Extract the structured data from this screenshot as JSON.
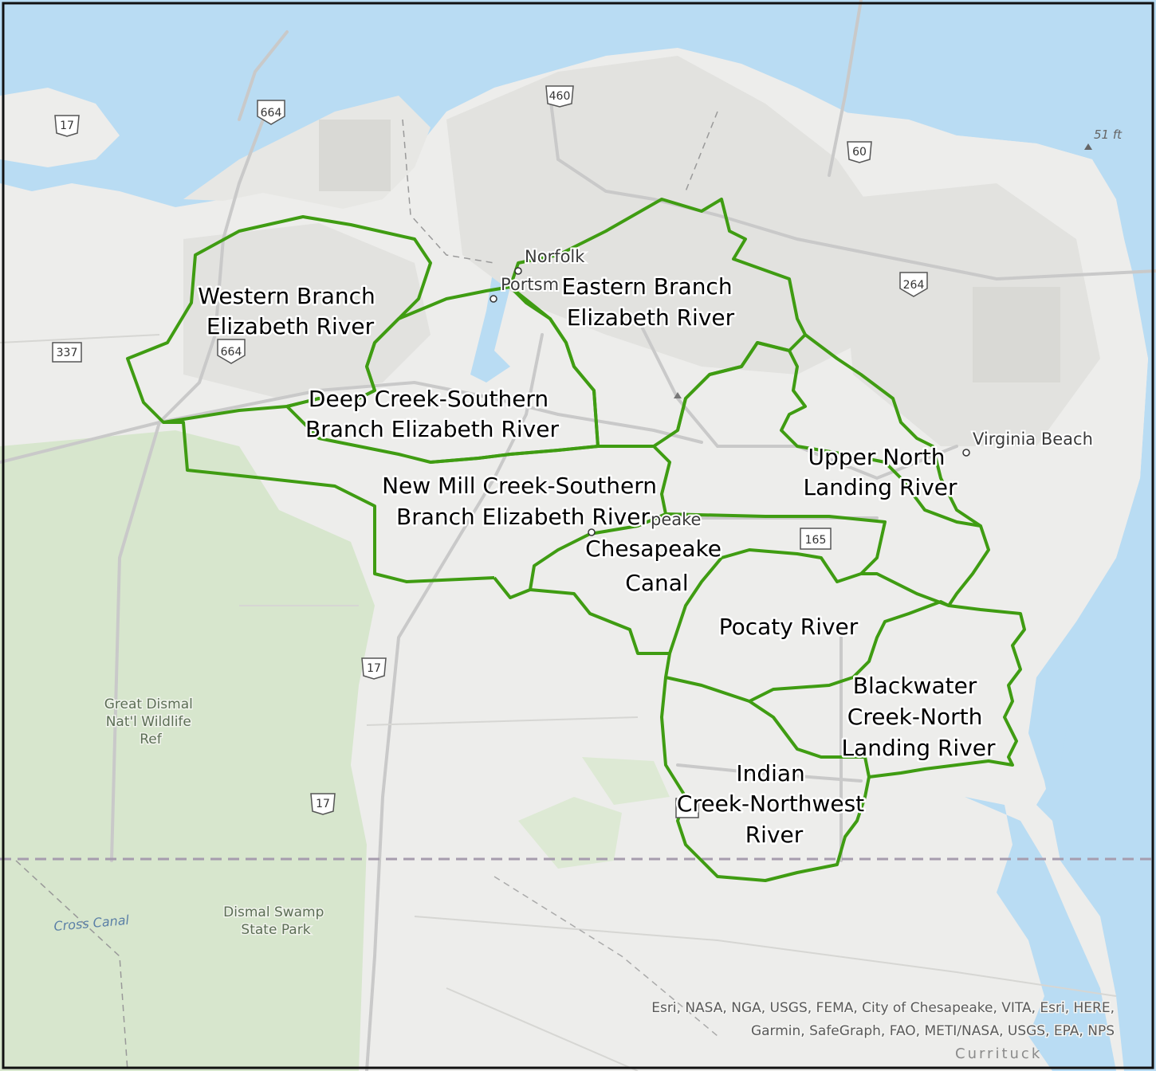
{
  "colors": {
    "water": "#b9dcf3",
    "land": "#ededeb",
    "urban": "#e3e3e0",
    "park": "#d7e6cd",
    "boundary": "#3f9c12",
    "road": "#c9c9c9",
    "stateline": "#a69cae"
  },
  "watersheds": [
    {
      "id": "western-branch",
      "lines": [
        "Western Branch",
        "Elizabeth River"
      ]
    },
    {
      "id": "eastern-branch",
      "lines": [
        "Eastern Branch",
        "Elizabeth River"
      ]
    },
    {
      "id": "deep-creek",
      "lines": [
        "Deep Creek-Southern",
        "Branch Elizabeth River"
      ]
    },
    {
      "id": "new-mill-creek",
      "lines": [
        "New Mill Creek-Southern",
        "Branch Elizabeth River"
      ]
    },
    {
      "id": "upper-north-landing",
      "lines": [
        "Upper North",
        "Landing River"
      ]
    },
    {
      "id": "chesapeake-canal",
      "lines": [
        "Chesapeake",
        "Canal"
      ]
    },
    {
      "id": "pocaty-river",
      "lines": [
        "Pocaty River"
      ]
    },
    {
      "id": "blackwater-creek",
      "lines": [
        "Blackwater",
        "Creek-North",
        "Landing River"
      ]
    },
    {
      "id": "indian-creek",
      "lines": [
        "Indian",
        "Creek-Northwest",
        "River"
      ]
    }
  ],
  "places": {
    "norfolk": "Norfolk",
    "portsmouth": "Portsm",
    "virginia_beach": "Virginia Beach",
    "chesapeake": "peake",
    "currituck": "Currituck"
  },
  "parks": {
    "great_dismal": [
      "Great Dismal",
      "Nat'l Wildlife",
      "Ref"
    ],
    "dismal_swamp": [
      "Dismal Swamp",
      "State Park"
    ]
  },
  "water_labels": {
    "cross_canal": "Cross Canal"
  },
  "elevation": "51 ft",
  "shields": [
    "17",
    "664",
    "460",
    "60",
    "264",
    "337",
    "664",
    "165",
    "17",
    "17",
    ""
  ],
  "attribution": [
    "Esri, NASA, NGA, USGS, FEMA, City of Chesapeake, VITA, Esri, HERE,",
    "Garmin, SafeGraph, FAO, METI/NASA, USGS, EPA, NPS"
  ]
}
